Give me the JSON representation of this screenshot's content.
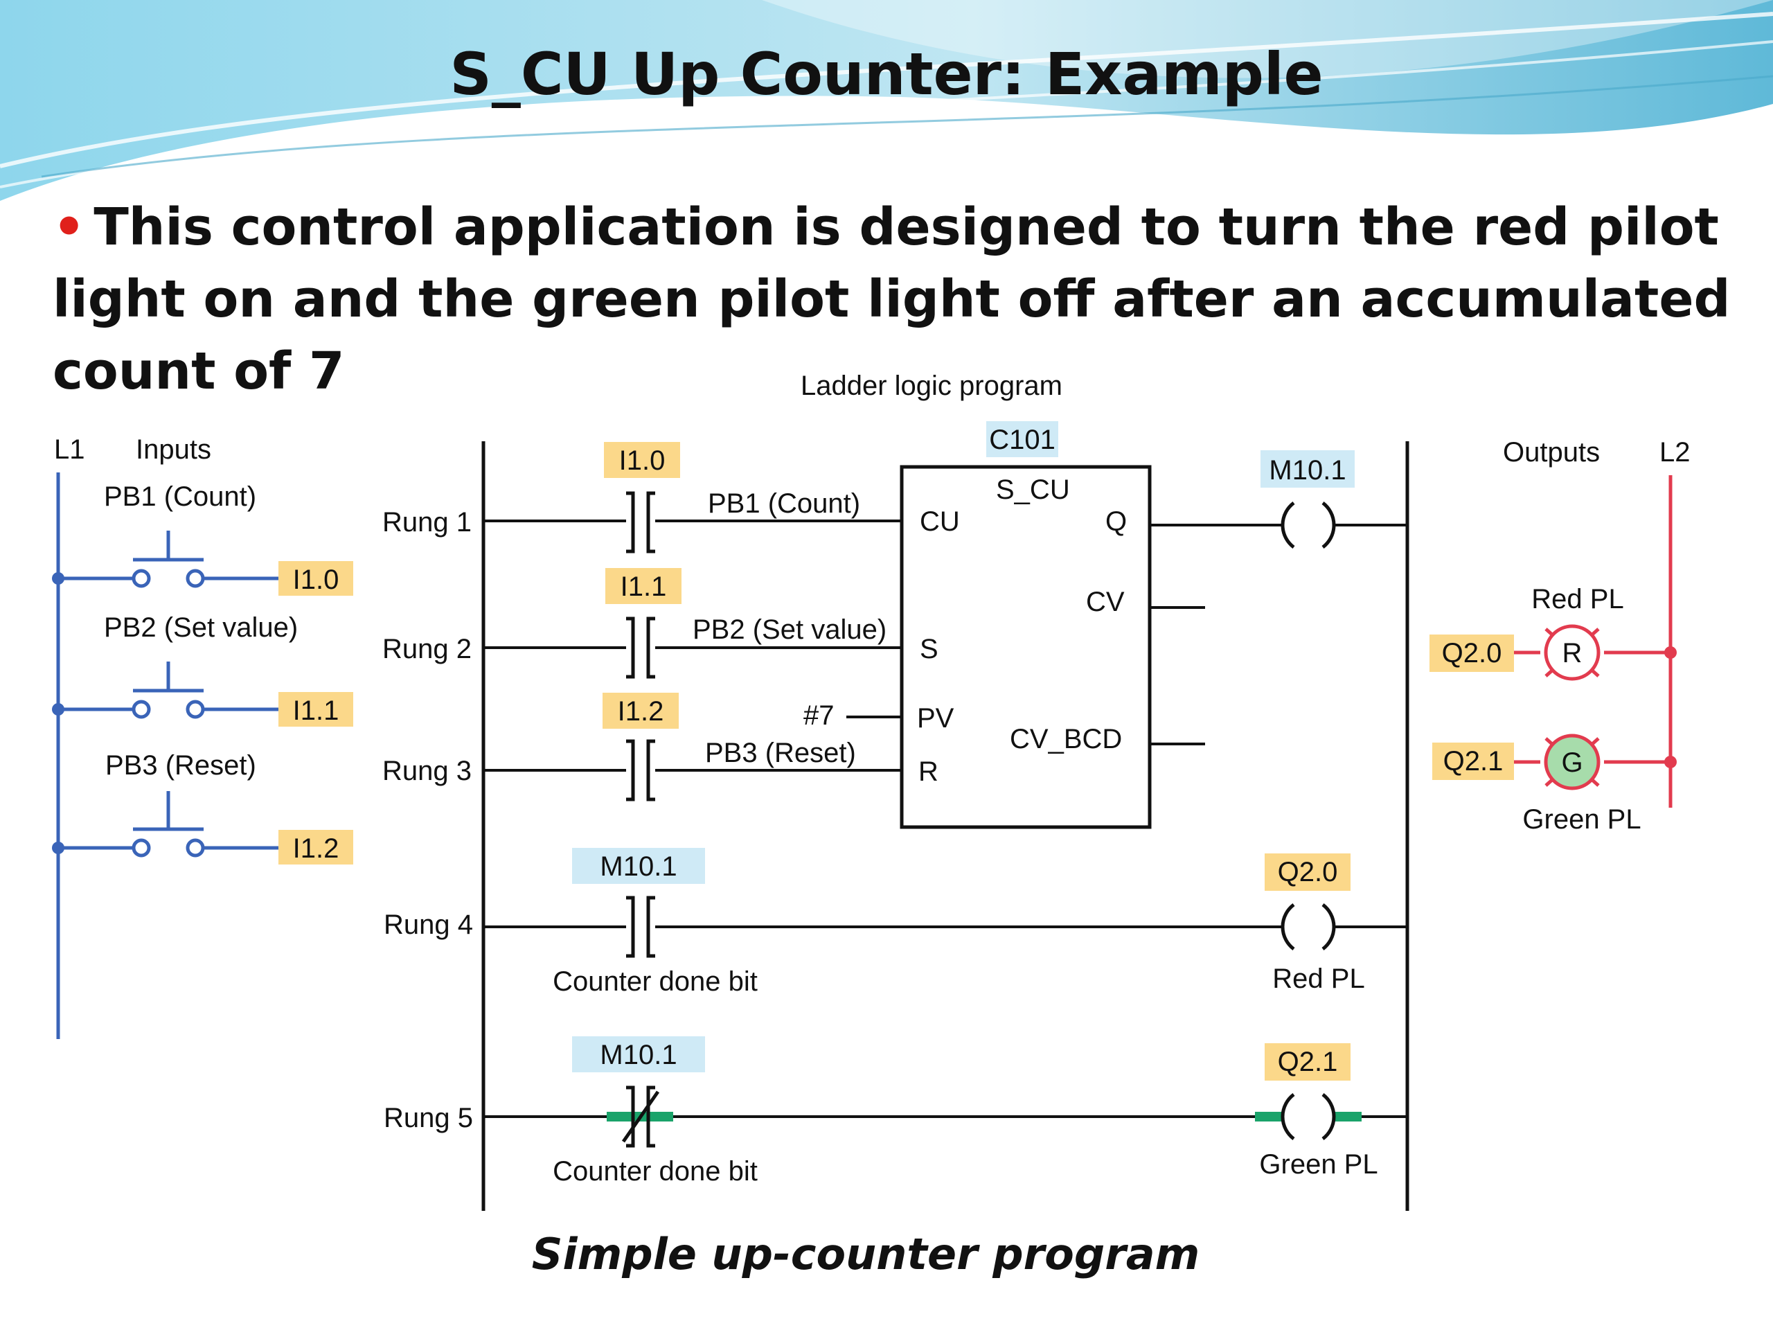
{
  "slide": {
    "title": "S_CU Up Counter: Example",
    "bullet": "This control application is designed to turn the red pilot light on and the green pilot light off after an accumulated count of 7",
    "caption": "Simple up-counter program"
  },
  "diagram": {
    "header": "Ladder logic program",
    "left_rail": "L1",
    "right_rail": "L2",
    "inputs_label": "Inputs",
    "outputs_label": "Outputs",
    "inputs": [
      {
        "name": "PB1 (Count)",
        "address": "I1.0"
      },
      {
        "name": "PB2 (Set value)",
        "address": "I1.1"
      },
      {
        "name": "PB3 (Reset)",
        "address": "I1.2"
      }
    ],
    "outputs": [
      {
        "name": "Red PL",
        "address": "Q2.0",
        "letter": "R"
      },
      {
        "name": "Green PL",
        "address": "Q2.1",
        "letter": "G"
      }
    ],
    "rungs": [
      {
        "label": "Rung 1",
        "address": "I1.0",
        "contact_label": "PB1 (Count)",
        "coil_address": "M10.1"
      },
      {
        "label": "Rung 2",
        "address": "I1.1",
        "contact_label": "PB2 (Set value)"
      },
      {
        "label": "Rung 3",
        "address": "I1.2",
        "contact_label": "PB3 (Reset)"
      },
      {
        "label": "Rung 4",
        "address": "M10.1",
        "contact_label": "Counter done bit",
        "coil_address": "Q2.0",
        "coil_label": "Red PL"
      },
      {
        "label": "Rung 5",
        "address": "M10.1",
        "contact_label": "Counter done bit",
        "coil_address": "Q2.1",
        "coil_label": "Green PL"
      }
    ],
    "counter": {
      "name": "C101",
      "type": "S_CU",
      "pins_in": [
        "CU",
        "S",
        "PV",
        "R"
      ],
      "pins_out": [
        "Q",
        "CV",
        "CV_BCD"
      ],
      "preset": "#7"
    }
  },
  "colors": {
    "wire": "#111111",
    "input_wire": "#3a64b8",
    "output_wire": "#e23b4e",
    "io_tag": "#fbd88a",
    "internal_tag": "#cfeaf6",
    "energized": "#1aa36a",
    "green_lamp": "#a7dcab",
    "bullet": "#e0201b"
  }
}
